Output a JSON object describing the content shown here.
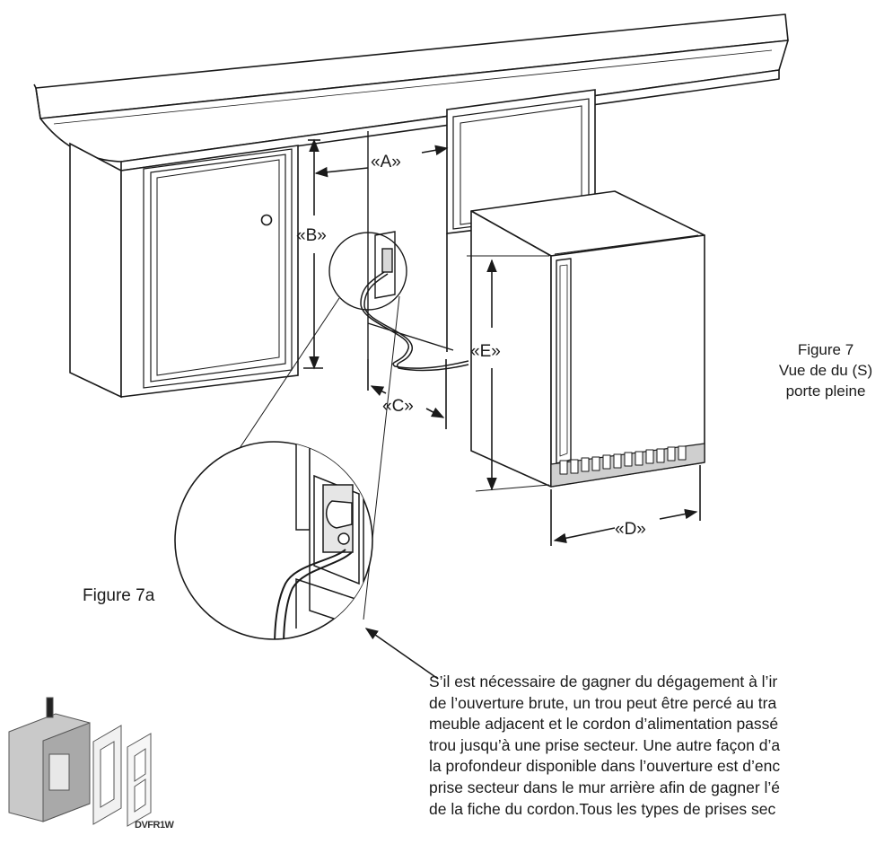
{
  "labels": {
    "a": "«A»",
    "b": "«B»",
    "c": "«C»",
    "d": "«D»",
    "e": "«E»"
  },
  "figure7": {
    "title": "Figure 7",
    "line2": "Vue de du (S)",
    "line3": "porte pleine"
  },
  "figure7a": "Figure 7a",
  "note_lines": [
    "S’il est nécessaire de gagner du dégagement à l’ir",
    "de l’ouverture brute, un trou peut être percé au tra",
    "meuble adjacent et le cordon d’alimentation passé",
    "trou jusqu’à une prise secteur. Une autre façon d’a",
    "la profondeur disponible dans l’ouverture est d’enc",
    "prise secteur dans le mur arrière afin de gagner l’é",
    "de la fiche du cordon.Tous les types de prises sec"
  ],
  "product_label": "DVFR1W",
  "colors": {
    "ink": "#1a1a1a",
    "background": "#ffffff",
    "panel_gray": "#cfcfcf"
  }
}
